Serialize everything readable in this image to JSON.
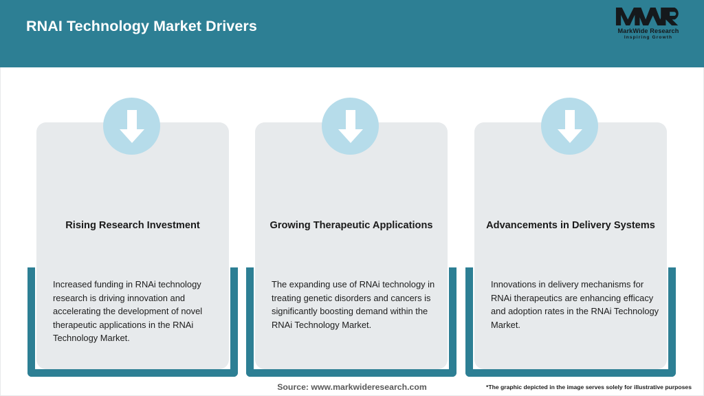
{
  "header": {
    "title": "RNAI Technology Market Drivers",
    "background_color": "#2d7f94",
    "title_color": "#ffffff"
  },
  "logo": {
    "monogram": "MWR",
    "name": "MarkWide Research",
    "tagline": "Inspiring Growth"
  },
  "theme": {
    "accent_teal": "#2d7f94",
    "card_grey": "#e7eaec",
    "badge_blue": "#b6dcea",
    "arrow_white": "#ffffff",
    "page_background": "#ffffff"
  },
  "cards": [
    {
      "icon": "down-arrow-icon",
      "title": "Rising Research Investment",
      "body": "Increased funding in RNAi technology research is driving innovation and accelerating the development of novel therapeutic applications in the RNAi Technology Market."
    },
    {
      "icon": "down-arrow-icon",
      "title": "Growing Therapeutic Applications",
      "body": "The expanding use of RNAi technology in treating genetic disorders and cancers is significantly boosting demand within the RNAi Technology Market."
    },
    {
      "icon": "down-arrow-icon",
      "title": "Advancements in Delivery Systems",
      "body": "Innovations in delivery mechanisms for RNAi therapeutics are enhancing efficacy and adoption rates in the RNAi Technology Market."
    }
  ],
  "footer": {
    "source": "Source: www.markwideresearch.com",
    "disclaimer": "*The graphic depicted in the image serves solely for illustrative purposes"
  }
}
